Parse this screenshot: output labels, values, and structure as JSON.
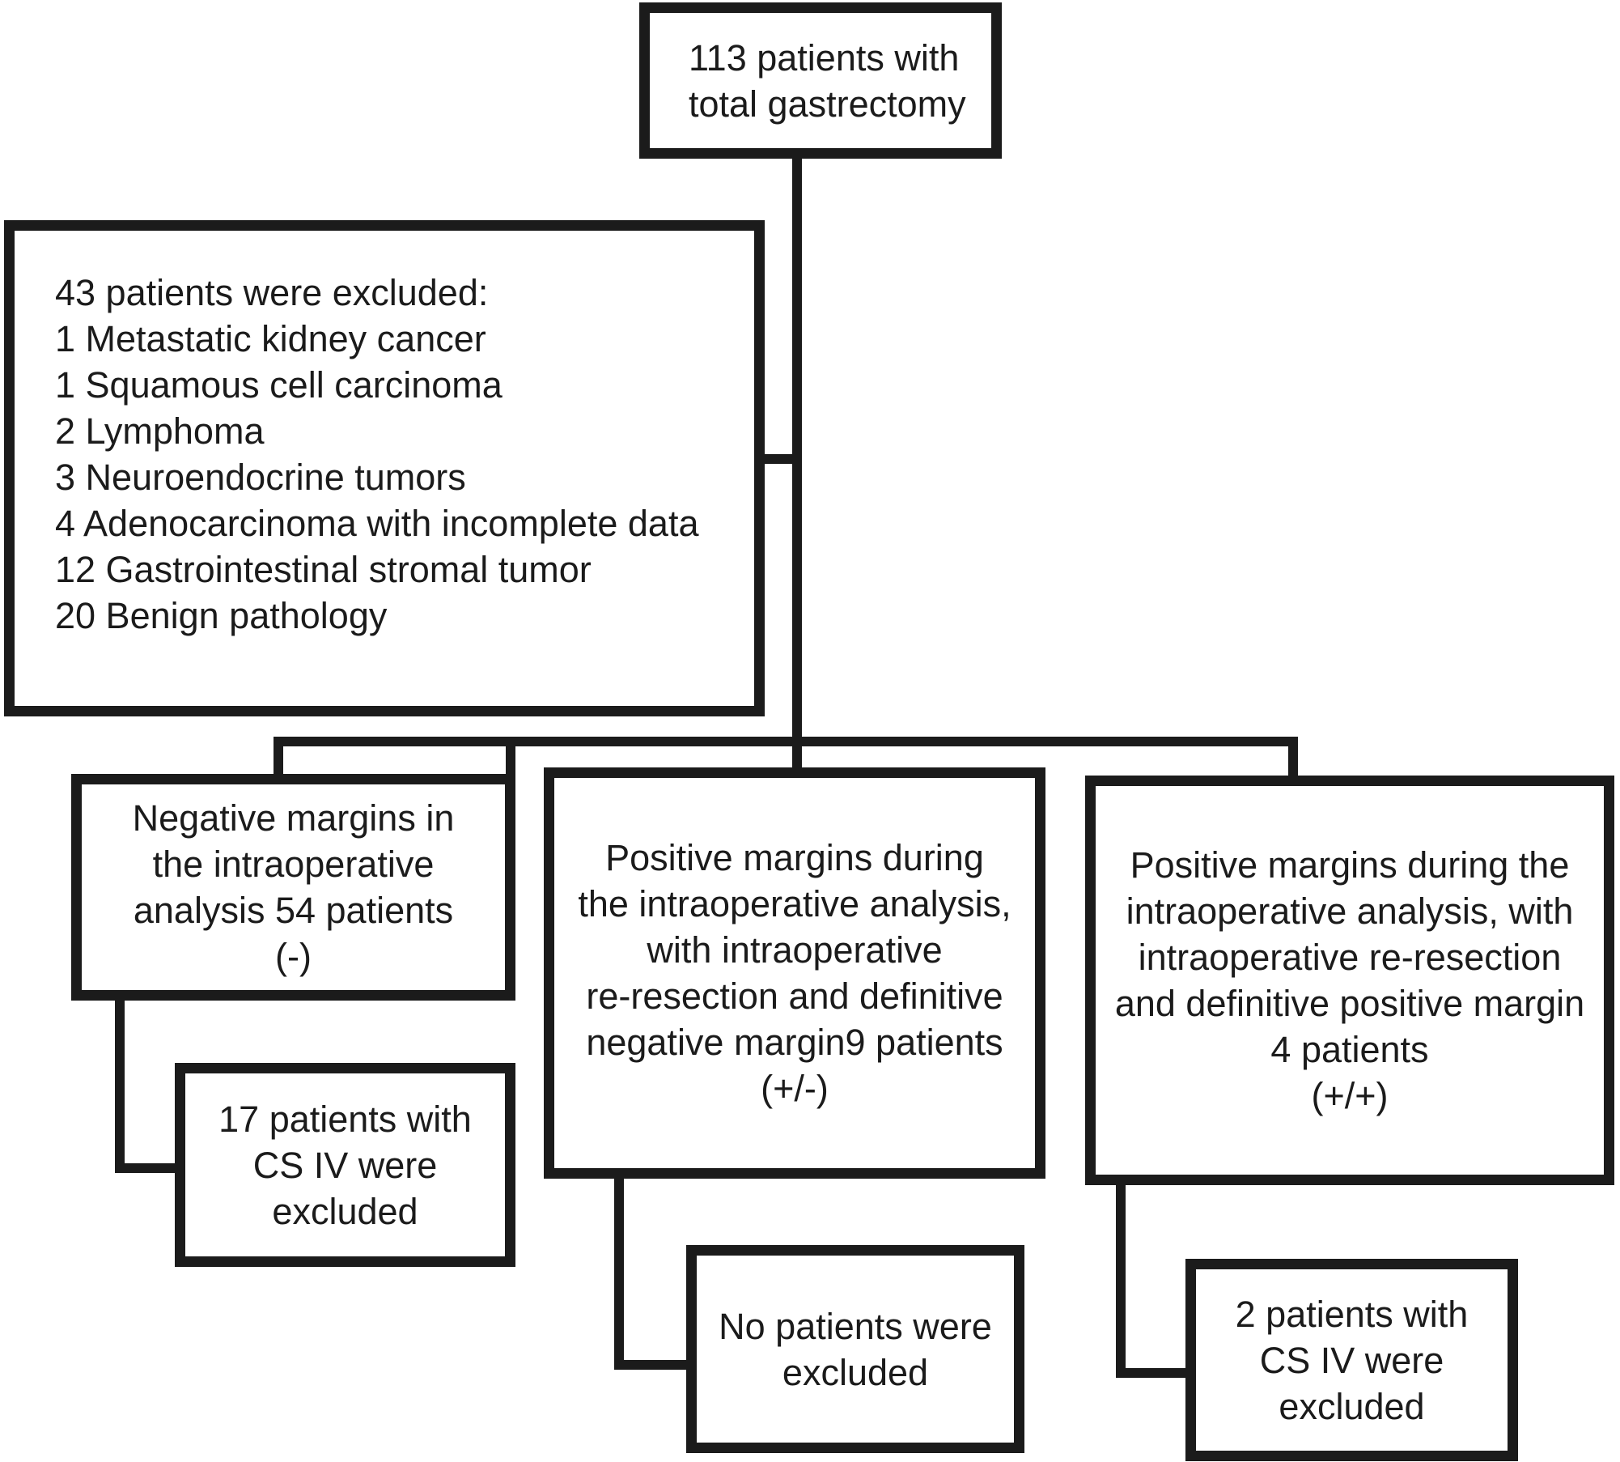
{
  "page": {
    "background_color": "#ffffff",
    "ink_color": "#1b1b1b"
  },
  "flowchart": {
    "nodes": {
      "total": {
        "label": "113 patients with\ntotal gastrectomy"
      },
      "excluded": {
        "label": "43 patients were excluded:\n1 Metastatic kidney cancer\n1 Squamous cell carcinoma\n2 Lymphoma\n3 Neuroendocrine tumors\n4 Adenocarcinoma with incomplete data\n12 Gastrointestinal stromal tumor\n20 Benign pathology"
      },
      "negative_margins": {
        "label": "Negative margins in\nthe intraoperative\nanalysis 54 patients\n(-)"
      },
      "positive_margins_renegative": {
        "label": "Positive margins during\nthe intraoperative analysis,\nwith intraoperative\nre-resection and definitive\nnegative margin9 patients\n(+/-)"
      },
      "positive_margins_positive": {
        "label": "Positive margins during the\nintraoperative analysis, with\nintraoperative re-resection\nand definitive positive margin\n4 patients\n(+/+)"
      },
      "excluded_cs4_negative": {
        "label": "17 patients with\nCS IV were\nexcluded"
      },
      "excluded_none": {
        "label": "No patients were\nexcluded"
      },
      "excluded_cs4_positive": {
        "label": "2 patients with\nCS IV were\nexcluded"
      }
    }
  }
}
